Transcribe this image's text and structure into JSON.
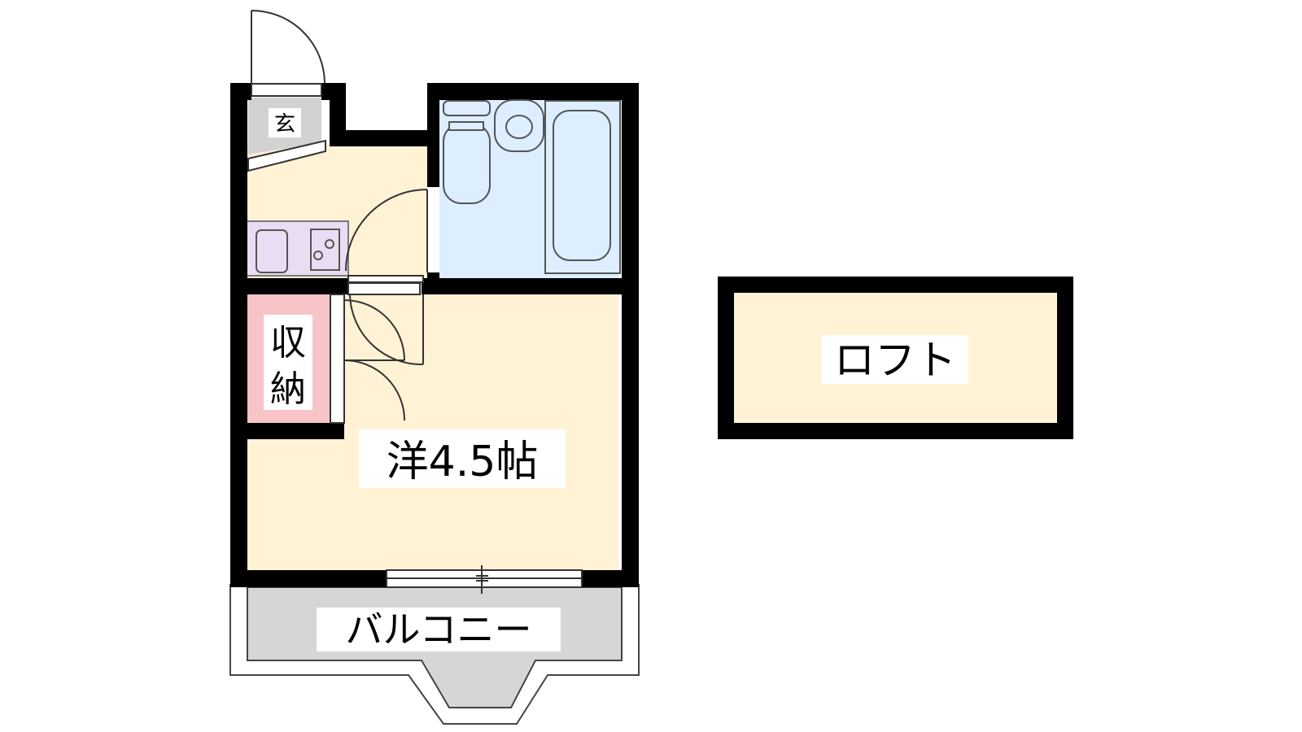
{
  "floor_plan": {
    "labels": {
      "entrance": "玄",
      "storage_line1": "収",
      "storage_line2": "納",
      "main_room": "洋4.5帖",
      "balcony": "バルコニー",
      "loft": "ロフト"
    },
    "colors": {
      "wall": "#000000",
      "room_floor": "#fff2d5",
      "kitchen_counter": "#eadcf2",
      "bathroom": "#dceeff",
      "storage": "#f7c5c8",
      "entrance": "#d2d2d2",
      "balcony": "#d6d6d6"
    }
  }
}
